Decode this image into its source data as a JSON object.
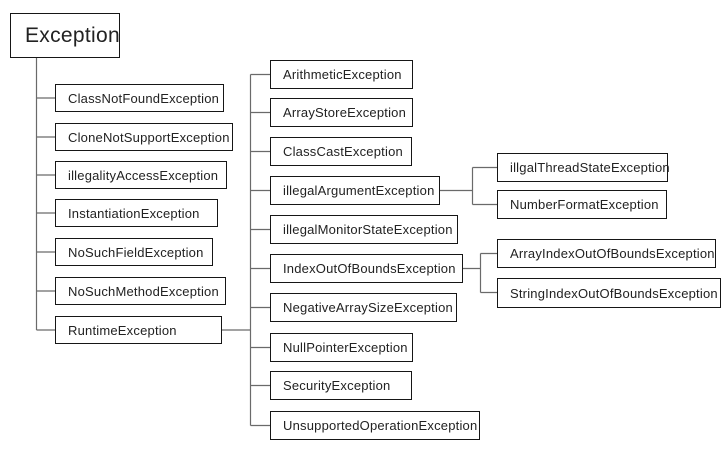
{
  "diagram": {
    "type": "tree",
    "root": "Exception",
    "exception_children": [
      "ClassNotFoundException",
      "CloneNotSupportException",
      "illegalityAccessException",
      "InstantiationException",
      "NoSuchFieldException",
      "NoSuchMethodException",
      "RuntimeException"
    ],
    "runtime_children": [
      "ArithmeticException",
      "ArrayStoreException",
      "ClassCastException",
      "illegalArgumentException",
      "illegalMonitorStateException",
      "IndexOutOfBoundsException",
      "NegativeArraySizeException",
      "NullPointerException",
      "SecurityException",
      "UnsupportedOperationException"
    ],
    "illegal_argument_children": [
      "illgalThreadStateException",
      "NumberFormatException"
    ],
    "index_out_of_bounds_children": [
      "ArrayIndexOutOfBoundsException",
      "StringIndexOutOfBoundsException"
    ],
    "colors": {
      "background": "#ffffff",
      "box_border": "#161616",
      "connector_line": "#6a6a6a",
      "text": "#222222"
    }
  }
}
